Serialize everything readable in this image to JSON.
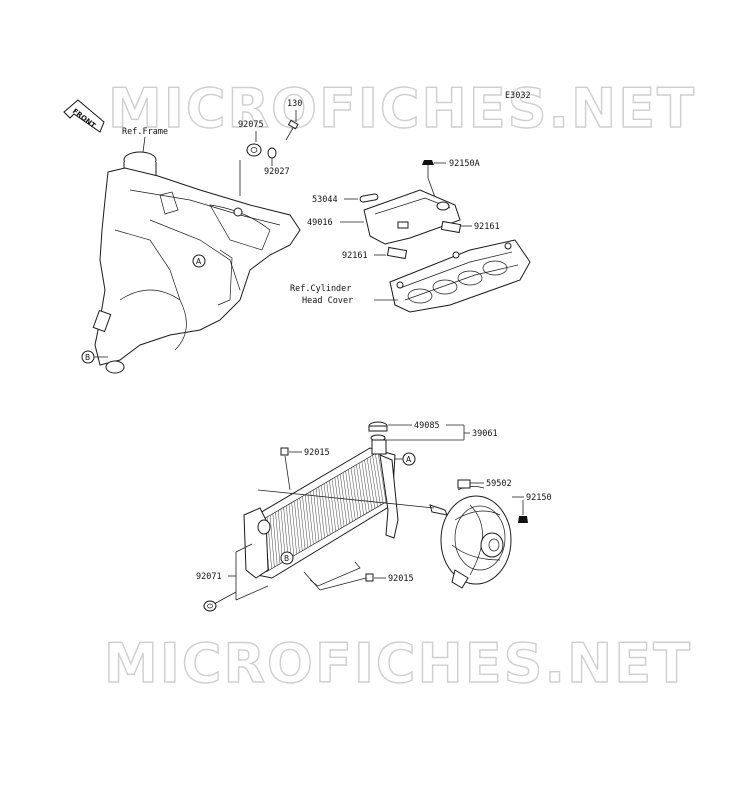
{
  "diagram": {
    "code": "E3032",
    "watermark": "MICROFICHES.NET",
    "front_label": "FRONT",
    "refs": {
      "frame": "Ref.Frame",
      "cyl_line1": "Ref.Cylinder",
      "cyl_line2": "Head Cover"
    },
    "callouts": {
      "a": "A",
      "b": "B"
    },
    "parts": {
      "p130": "130",
      "p92075": "92075",
      "p92027": "92027",
      "p92150a": "92150A",
      "p53044": "53044",
      "p49016": "49016",
      "p92161a": "92161",
      "p92161b": "92161",
      "p49085": "49085",
      "p39061": "39061",
      "p92015a": "92015",
      "p59502": "59502",
      "p92150": "92150",
      "p92071": "92071",
      "p92015b": "92015"
    }
  }
}
